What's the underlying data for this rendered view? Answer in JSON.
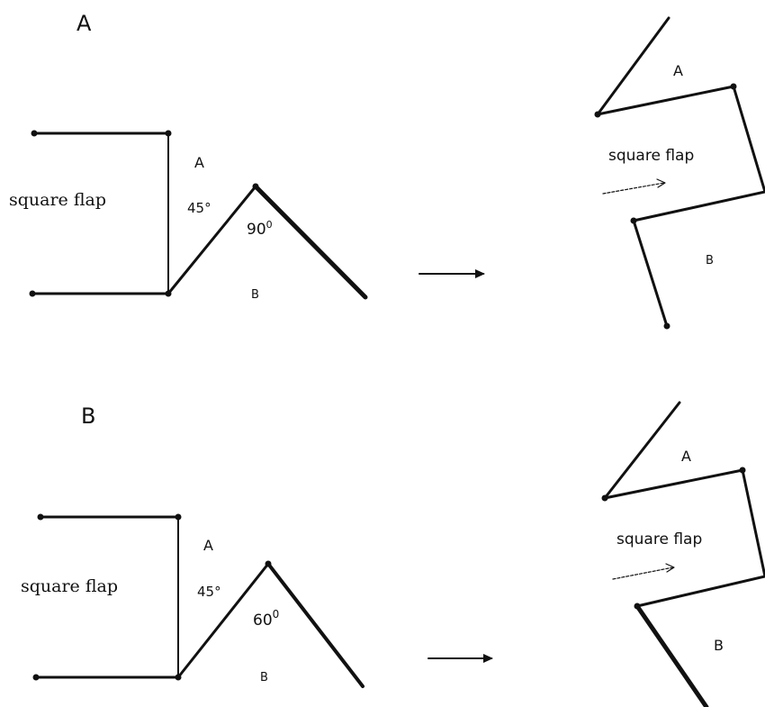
{
  "panels": [
    {
      "label": "A",
      "before": {
        "flap_label": "square flap",
        "region_a": "A",
        "region_b": "B",
        "angle_left": "45°",
        "angle_apex": "90",
        "angle_apex_sup": "0"
      },
      "after": {
        "flap_label": "square flap",
        "region_a": "A",
        "region_b": "B"
      }
    },
    {
      "label": "B",
      "before": {
        "flap_label": "square flap",
        "region_a": "A",
        "region_b": "B",
        "angle_left": "45°",
        "angle_apex": "60",
        "angle_apex_sup": "0"
      },
      "after": {
        "flap_label": "square flap",
        "region_a": "A",
        "region_b": "B"
      }
    }
  ]
}
